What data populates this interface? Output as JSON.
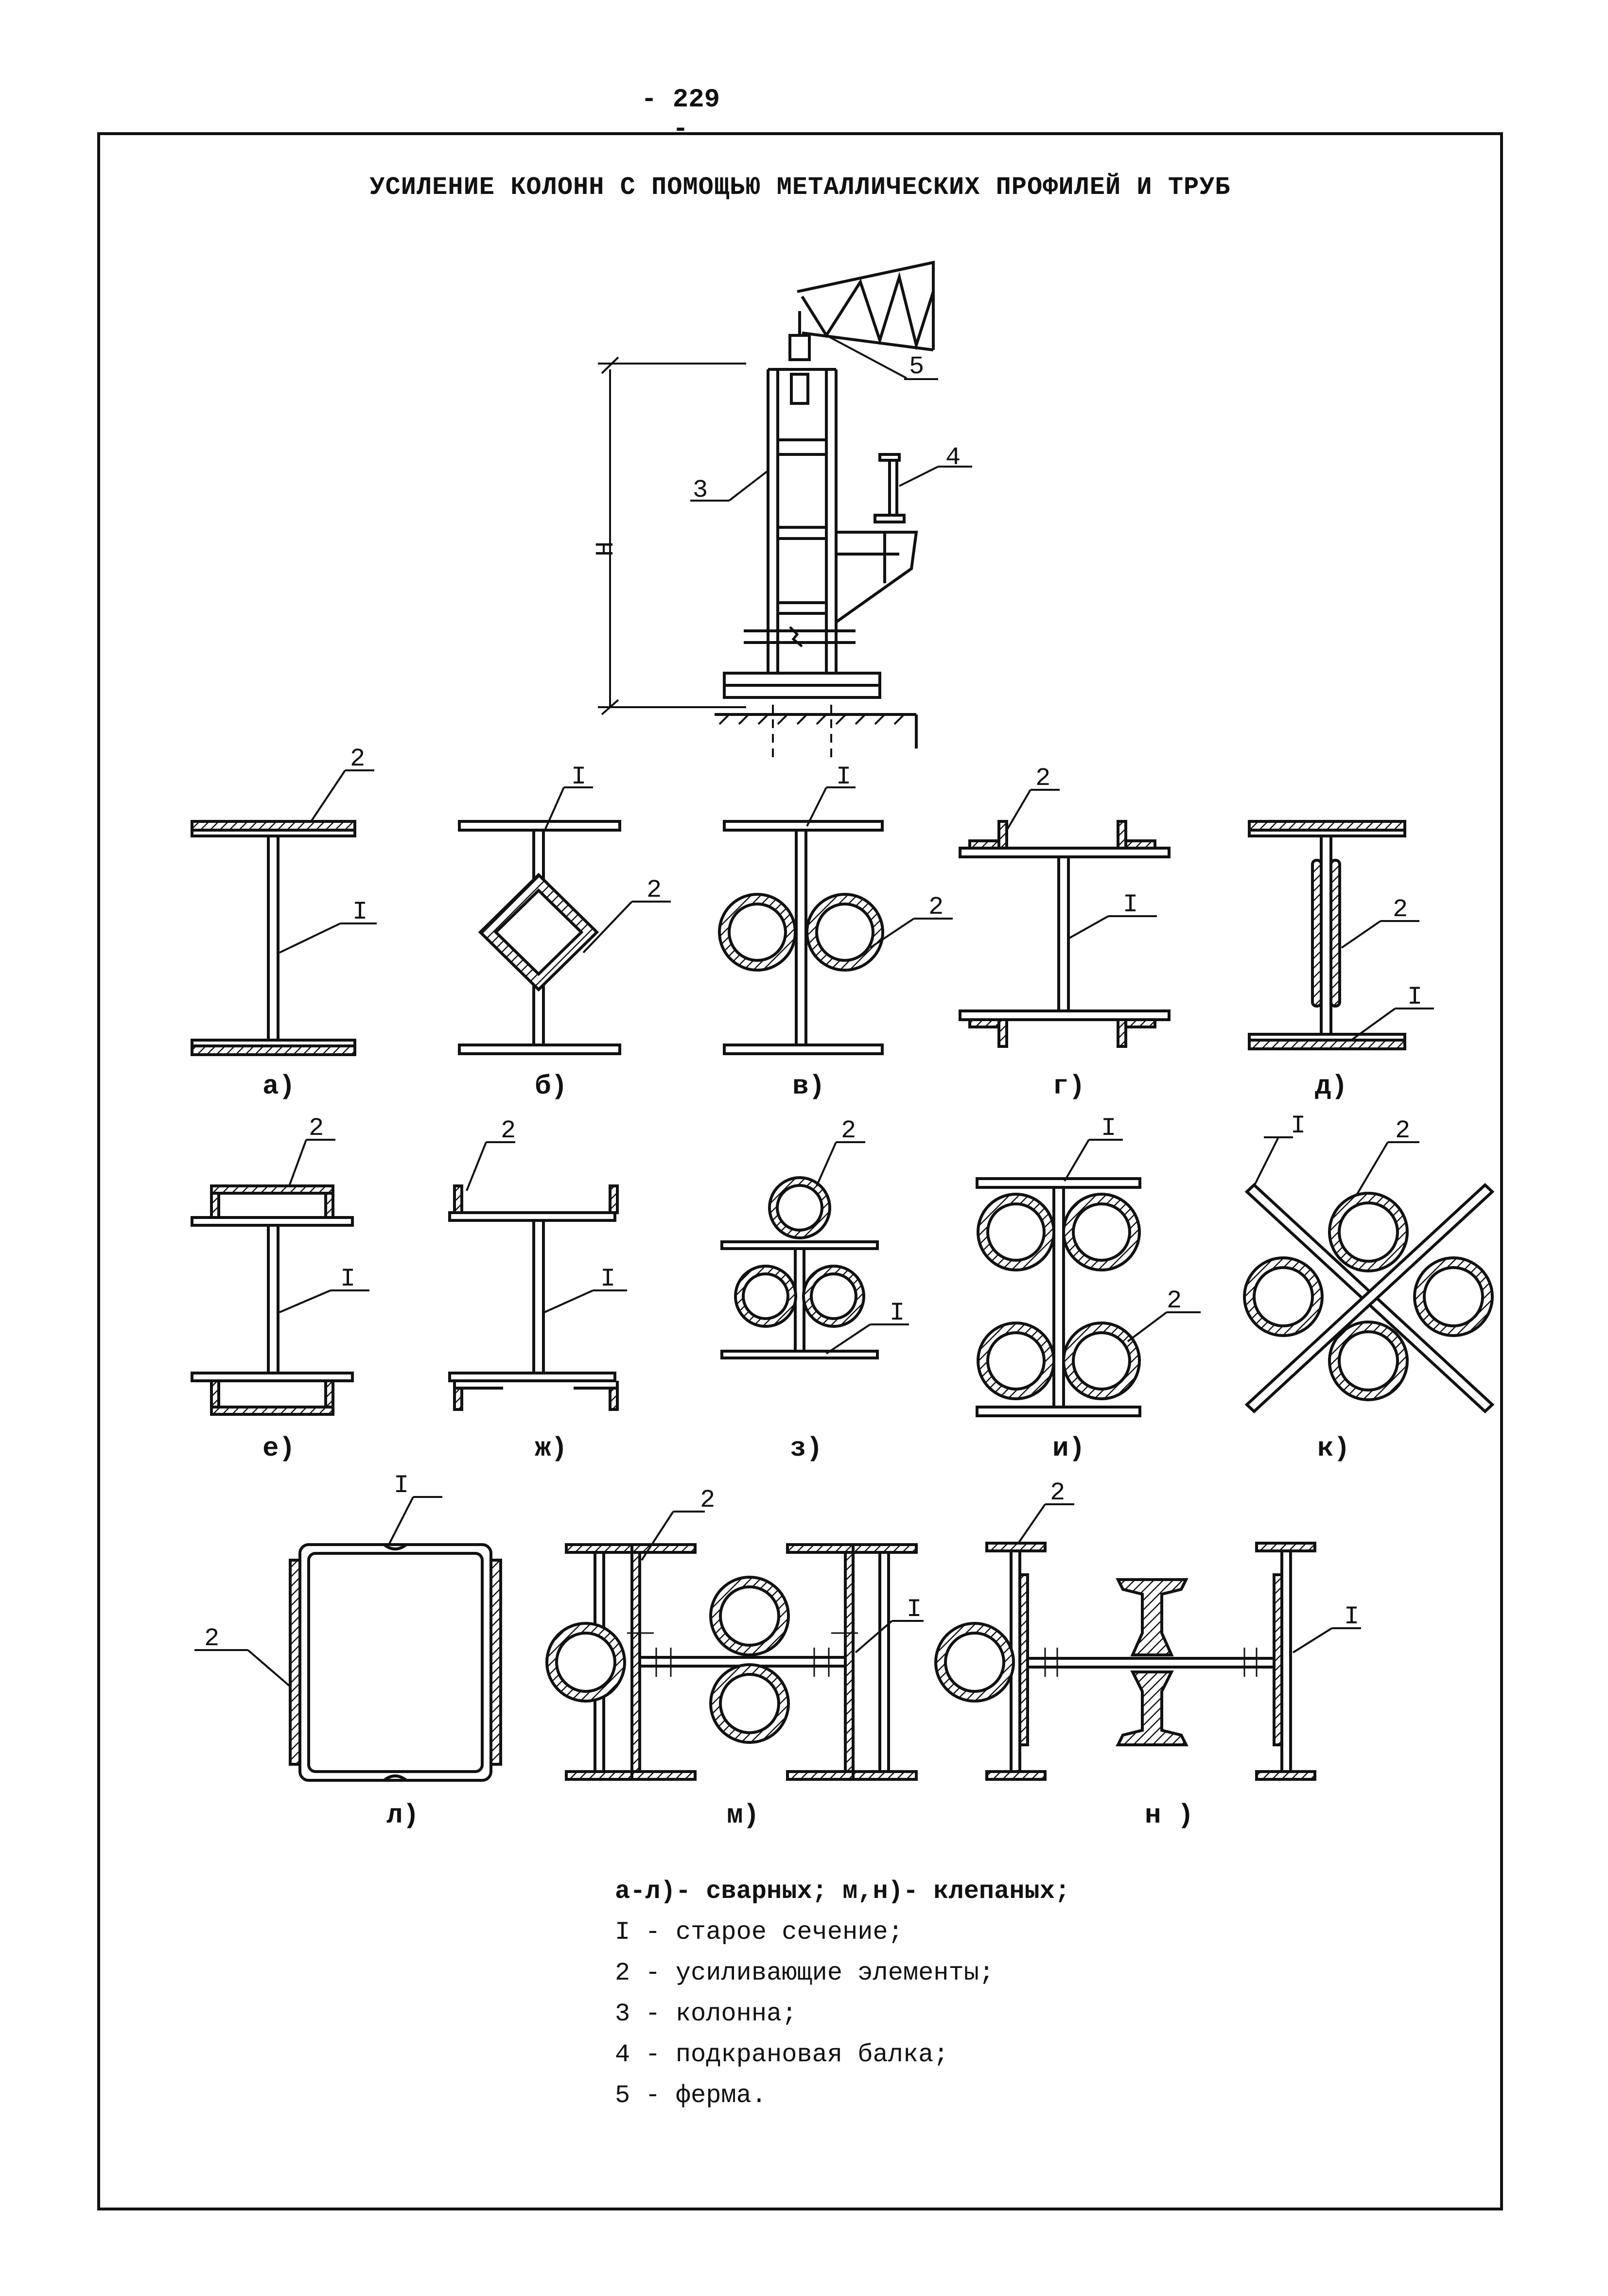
{
  "page_number": "- 229 -",
  "title": "УСИЛЕНИЕ КОЛОНН С ПОМОЩЬЮ МЕТАЛЛИЧЕСКИХ ПРОФИЛЕЙ И ТРУБ",
  "elevation": {
    "height_label": "H",
    "labels": {
      "column": "3",
      "crane_beam": "4",
      "truss": "5"
    }
  },
  "section_labels": {
    "old_section": "I",
    "reinforcement": "2"
  },
  "sections": [
    {
      "id": "a",
      "caption": "а)"
    },
    {
      "id": "b",
      "caption": "б)"
    },
    {
      "id": "v",
      "caption": "в)"
    },
    {
      "id": "g",
      "caption": "г)"
    },
    {
      "id": "d",
      "caption": "д)"
    },
    {
      "id": "e",
      "caption": "е)"
    },
    {
      "id": "zh",
      "caption": "ж)"
    },
    {
      "id": "z",
      "caption": "з)"
    },
    {
      "id": "i",
      "caption": "и)"
    },
    {
      "id": "k",
      "caption": "к)"
    },
    {
      "id": "l",
      "caption": "л)"
    },
    {
      "id": "m",
      "caption": "м)"
    },
    {
      "id": "n",
      "caption": "н )"
    }
  ],
  "legend": [
    "а-л)- сварных; м,н)- клепаных;",
    "I - старое сечение;",
    "2 - усиливающие элементы;",
    "3 - колонна;",
    "4 - подкрановая балка;",
    "5 - ферма."
  ],
  "colors": {
    "ink": "#111111",
    "paper": "#ffffff"
  }
}
